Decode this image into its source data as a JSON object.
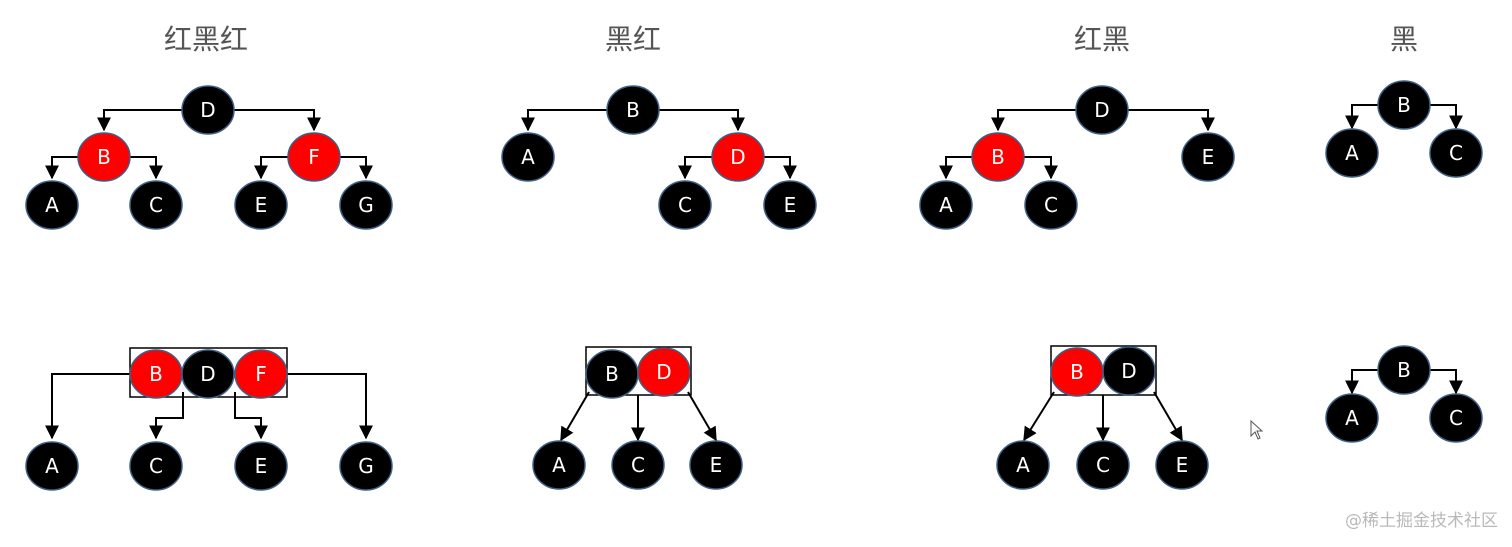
{
  "columns": [
    {
      "title": "红黑红"
    },
    {
      "title": "黑红"
    },
    {
      "title": "红黑"
    },
    {
      "title": "黑"
    }
  ],
  "colors": {
    "black_node": "#000000",
    "red_node": "#ff0000",
    "node_text": "#ffffff",
    "node_stroke": "#3e5f86",
    "edge": "#000000",
    "title_text": "#555555",
    "watermark_text": "#b9b9b9"
  },
  "watermark": "@稀土掘金技术社区"
}
